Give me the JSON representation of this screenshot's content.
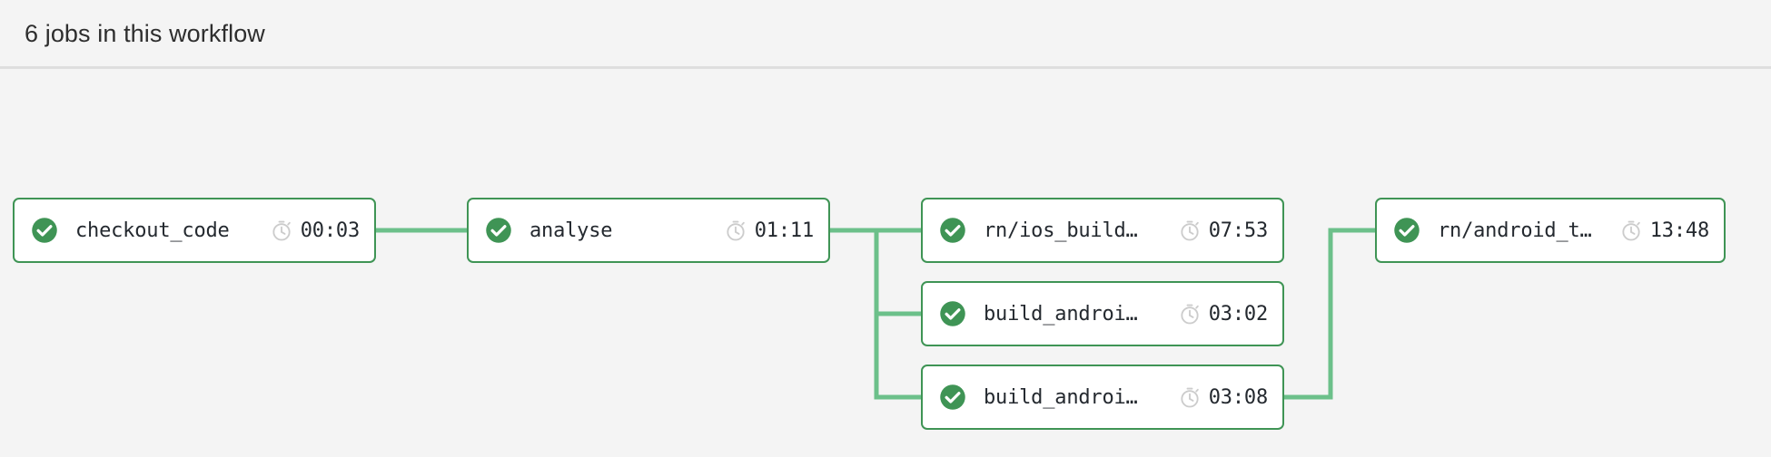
{
  "header": {
    "title": "6 jobs in this workflow",
    "job_count": 6
  },
  "colors": {
    "page_background": "#f4f4f4",
    "card_background": "#ffffff",
    "card_border_success": "#3f9455",
    "edge_line": "#6cc08a",
    "status_success": "#3f9455",
    "timer_icon": "#cccccc",
    "text_primary": "#24292f",
    "divider": "#dedede"
  },
  "graph": {
    "nodes": [
      {
        "id": "checkout_code",
        "name": "checkout_code",
        "duration": "00:03",
        "status": "success",
        "status_icon": "check-circle-icon",
        "timer_icon": "stopwatch-icon",
        "column": 1,
        "row": 1,
        "truncated": false
      },
      {
        "id": "analyse",
        "name": "analyse",
        "duration": "01:11",
        "status": "success",
        "status_icon": "check-circle-icon",
        "timer_icon": "stopwatch-icon",
        "column": 2,
        "row": 1,
        "truncated": false
      },
      {
        "id": "rn_ios_build",
        "name": "rn/ios_build…",
        "duration": "07:53",
        "status": "success",
        "status_icon": "check-circle-icon",
        "timer_icon": "stopwatch-icon",
        "column": 3,
        "row": 1,
        "truncated": true
      },
      {
        "id": "build_android_1",
        "name": "build_androi…",
        "duration": "03:02",
        "status": "success",
        "status_icon": "check-circle-icon",
        "timer_icon": "stopwatch-icon",
        "column": 3,
        "row": 2,
        "truncated": true
      },
      {
        "id": "build_android_2",
        "name": "build_androi…",
        "duration": "03:08",
        "status": "success",
        "status_icon": "check-circle-icon",
        "timer_icon": "stopwatch-icon",
        "column": 3,
        "row": 3,
        "truncated": true
      },
      {
        "id": "rn_android_test",
        "name": "rn/android_t…",
        "duration": "13:48",
        "status": "success",
        "status_icon": "check-circle-icon",
        "timer_icon": "stopwatch-icon",
        "column": 4,
        "row": 1,
        "truncated": true
      }
    ],
    "edges": [
      {
        "from": "checkout_code",
        "to": "analyse"
      },
      {
        "from": "analyse",
        "to": "rn_ios_build"
      },
      {
        "from": "analyse",
        "to": "build_android_1"
      },
      {
        "from": "analyse",
        "to": "build_android_2"
      },
      {
        "from": "build_android_2",
        "to": "rn_android_test"
      }
    ]
  }
}
